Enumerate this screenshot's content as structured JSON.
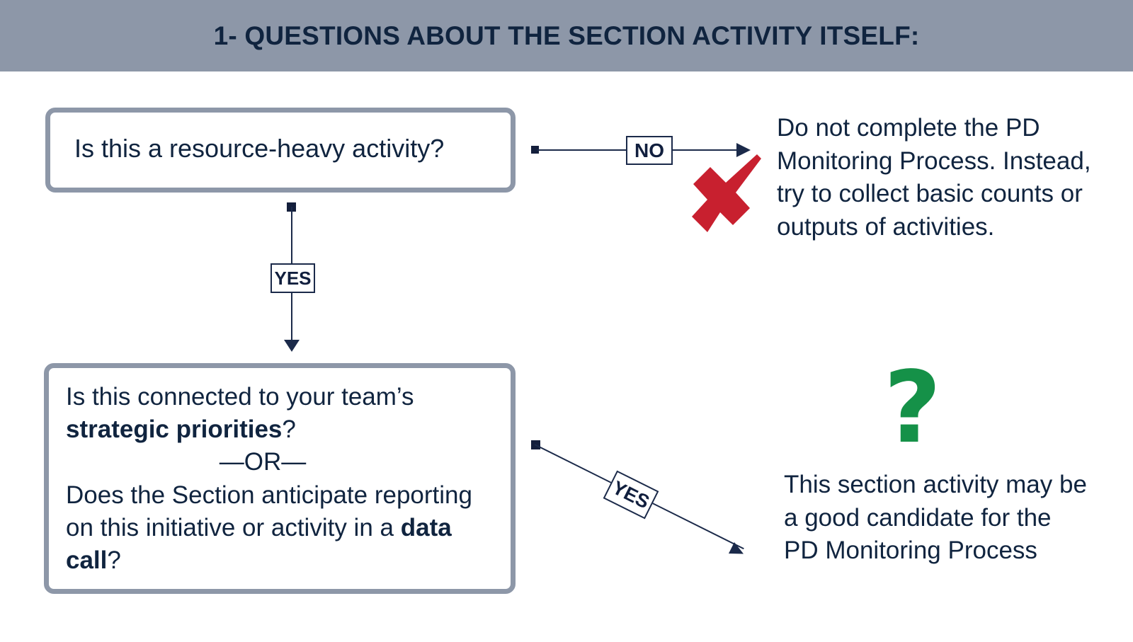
{
  "header": {
    "title": "1- QUESTIONS ABOUT THE SECTION ACTIVITY ITSELF:",
    "background_color": "#8d97a8",
    "text_color": "#10243f"
  },
  "colors": {
    "box_border": "#8d97a8",
    "text_navy": "#10243f",
    "connector": "#1b2a4a",
    "red_x": "#c8202f",
    "green_question": "#159148",
    "page_background": "#ffffff"
  },
  "boxes": [
    {
      "id": "resource-heavy",
      "text": "Is this a resource-heavy activity?"
    },
    {
      "id": "strategic-priorities",
      "line1": "Is this connected to your team’s ",
      "line1_bold": "strategic priorities",
      "line1_tail": "?",
      "or_line": "—OR—",
      "line2": "Does the Section anticipate reporting on this initiative or activity in a ",
      "line2_bold": "data call",
      "line2_tail": "?"
    }
  ],
  "connectors": [
    {
      "id": "no-branch",
      "label": "NO",
      "direction": "horizontal-right"
    },
    {
      "id": "yes-branch-vertical",
      "label": "YES",
      "direction": "vertical-down"
    },
    {
      "id": "yes-branch-diagonal",
      "label": "YES",
      "direction": "diagonal-down-right"
    }
  ],
  "outcomes": [
    {
      "id": "no-outcome",
      "icon": "red-x-icon",
      "text": "Do not complete the PD Monitoring Process. Instead, try to collect basic counts or outputs of activities."
    },
    {
      "id": "yes-outcome",
      "icon": "green-question-mark-icon",
      "glyph": "?",
      "text": "This section activity may be a good candidate for the PD Monitoring Process"
    }
  ]
}
